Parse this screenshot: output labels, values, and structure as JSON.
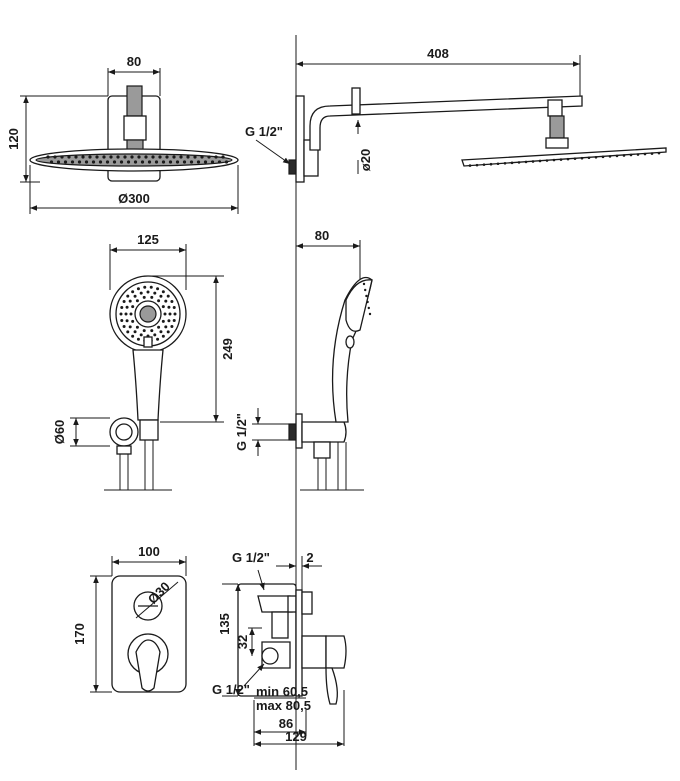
{
  "colors": {
    "line": "#1a1a1a",
    "fill_grey": "#9a9a9a",
    "background": "#ffffff"
  },
  "labels": {
    "head_width": "80",
    "head_height": "120",
    "head_diameter": "Ø300",
    "arm_length": "408",
    "arm_thread": "G 1/2\"",
    "arm_diameter": "ø20",
    "handshower_width": "125",
    "handshower_length": "249",
    "bracket_diameter": "Ø60",
    "bracket_depth": "80",
    "bracket_thread": "G 1/2\"",
    "plate_width": "100",
    "plate_height": "170",
    "knob_diameter": "Ø30",
    "mixer_thread_top": "G 1/2\"",
    "mixer_offset": "2",
    "mixer_height": "135",
    "mixer_inlet": "32",
    "mixer_thread_bottom": "G 1/2\"",
    "mixer_min": "min 60,5",
    "mixer_max": "max 80,5",
    "mixer_depth_1": "86",
    "mixer_depth_2": "129"
  }
}
